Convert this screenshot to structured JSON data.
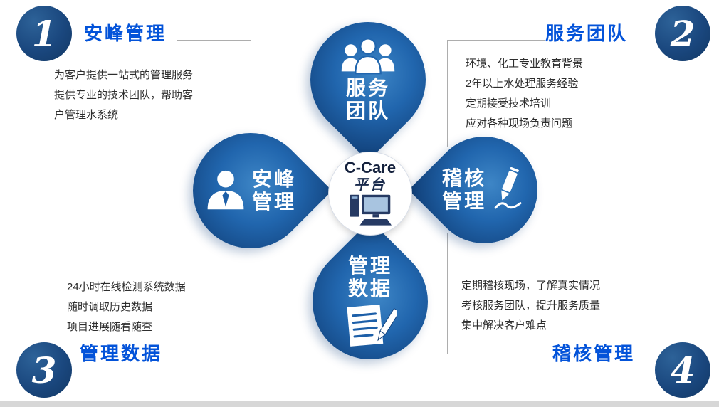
{
  "center": {
    "brand": "C-Care",
    "platform": "平台"
  },
  "petals": {
    "service_team": {
      "line1": "服务",
      "line2": "团队"
    },
    "anfeng_management": {
      "line1": "安峰",
      "line2": "管理"
    },
    "audit_management": {
      "line1": "稽核",
      "line2": "管理"
    },
    "management_data": {
      "line1": "管理",
      "line2": "数据"
    }
  },
  "sections": {
    "anfeng": {
      "number": "1",
      "title": "安峰管理",
      "lines": [
        "为客户提供一站式的管理服务",
        "提供专业的技术团队，帮助客",
        "户管理水系统"
      ]
    },
    "service": {
      "number": "2",
      "title": "服务团队",
      "lines": [
        "环境、化工专业教育背景",
        "2年以上水处理服务经验",
        "定期接受技术培训",
        "应对各种现场负责问题"
      ]
    },
    "data": {
      "number": "3",
      "title": "管理数据",
      "lines": [
        "24小时在线检测系统数据",
        "随时调取历史数据",
        "项目进展随看随查"
      ]
    },
    "audit": {
      "number": "4",
      "title": "稽核管理",
      "lines": [
        "定期稽核现场，了解真实情况",
        "考核服务团队，提升服务质量",
        "集中解决客户难点"
      ]
    }
  },
  "colors": {
    "accent_blue": "#0353d9",
    "petal_light": "#3e86c6",
    "petal_dark": "#114079",
    "badge_navy": "#1a477e",
    "body_text": "#2d2d2d",
    "bottom_bar": "#d7d7d7"
  }
}
